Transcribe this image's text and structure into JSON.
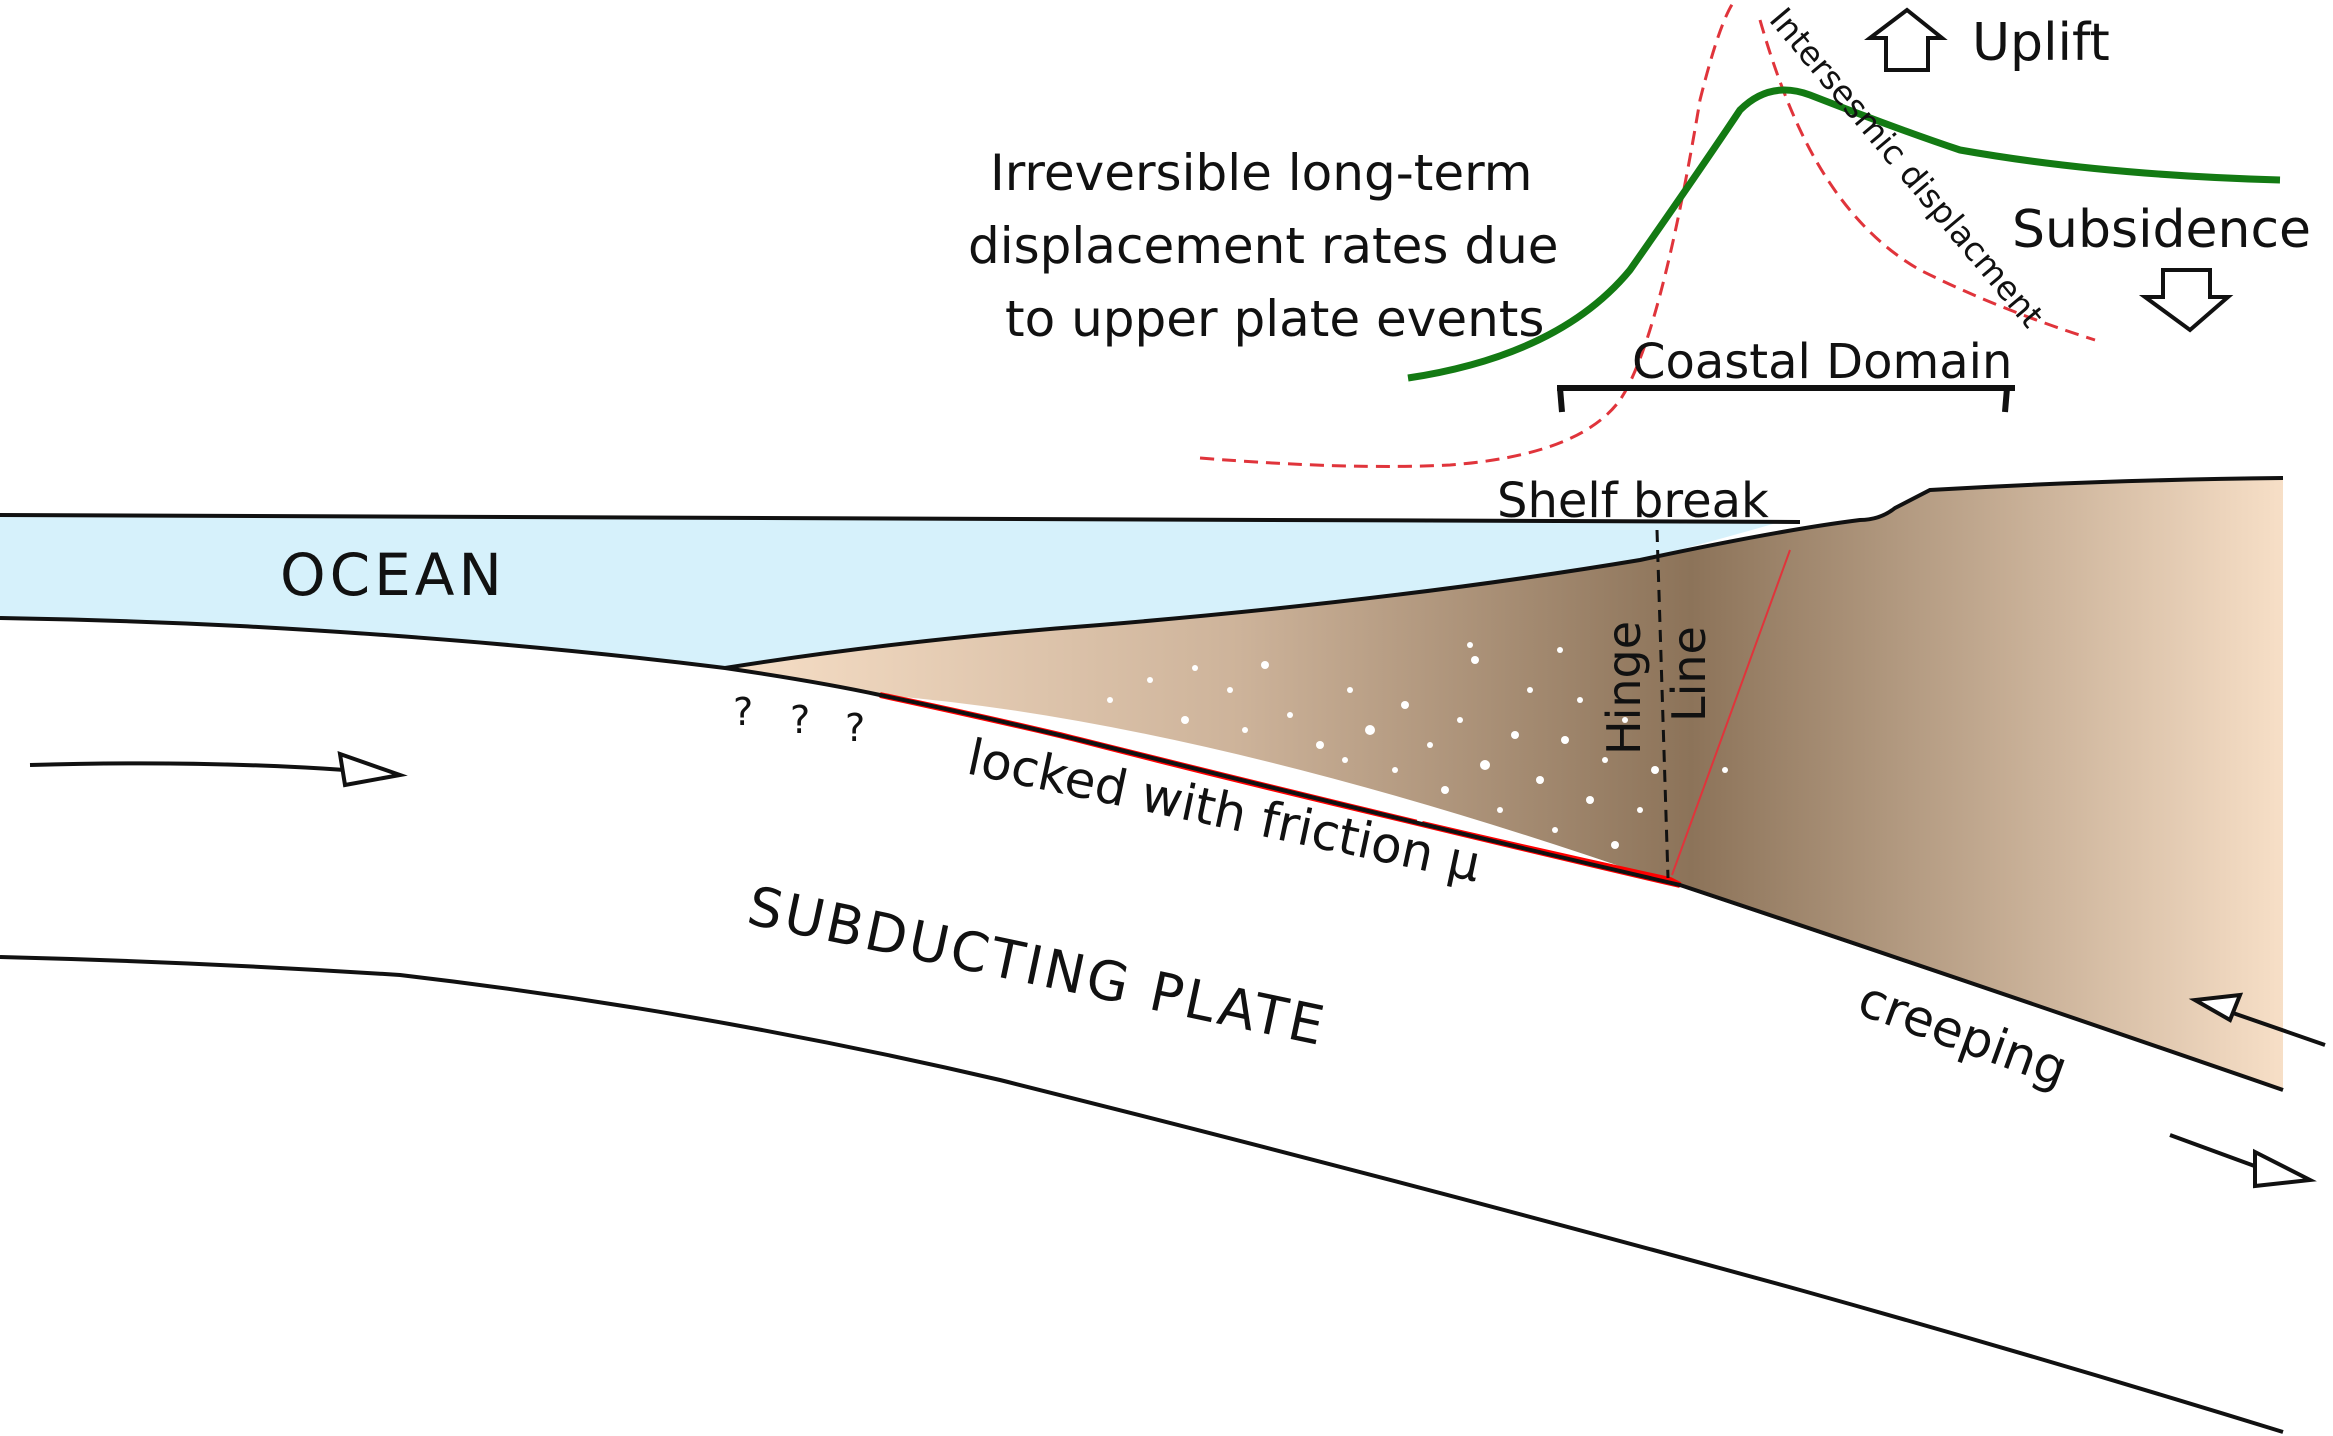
{
  "labels": {
    "ocean": "OCEAN",
    "subducting_plate": "SUBDUCTING PLATE",
    "locked": "locked with friction μ",
    "creeping": "creeping",
    "question_marks": [
      "?",
      "?",
      "?"
    ],
    "shelf_break": "Shelf break",
    "hinge": "Hinge",
    "line": "Line",
    "coastal_domain": "Coastal Domain",
    "uplift": "Uplift",
    "subsidence": "Subsidence",
    "interseismic": "Intersesmic displacment",
    "longterm": [
      "Irreversible long-term",
      "displacement rates due",
      "to upper plate events"
    ]
  },
  "colors": {
    "ocean": "#d6f1fb",
    "sediment_light": "#f7dfc7",
    "sediment_dark": "#8c7359",
    "locked_zone": "#ff0000",
    "longterm_curve": "#137a13",
    "interseismic_curve": "#e0343b",
    "ink": "#111111"
  },
  "icons": {
    "uplift": "up-arrow-icon",
    "subsidence": "down-arrow-icon",
    "plate_motion": "right-arrow-icon"
  }
}
